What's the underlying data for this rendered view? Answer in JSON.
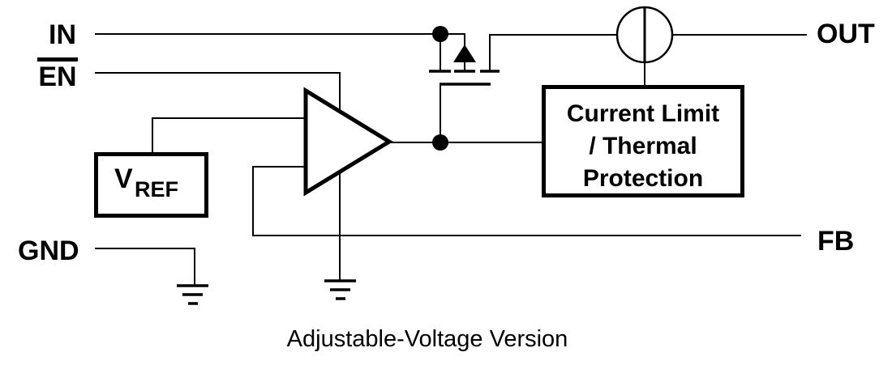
{
  "colors": {
    "ink": "#000000",
    "background": "#ffffff"
  },
  "pins": {
    "in": {
      "label": "IN"
    },
    "en": {
      "label": "EN",
      "active_low_overline": true
    },
    "gnd": {
      "label": "GND"
    },
    "out": {
      "label": "OUT"
    },
    "fb": {
      "label": "FB"
    }
  },
  "blocks": {
    "vref": {
      "symbol": "V",
      "subscript": "REF"
    },
    "protection": {
      "lines": [
        "Current Limit",
        "/ Thermal",
        "Protection"
      ]
    }
  },
  "caption": "Adjustable-Voltage Version"
}
